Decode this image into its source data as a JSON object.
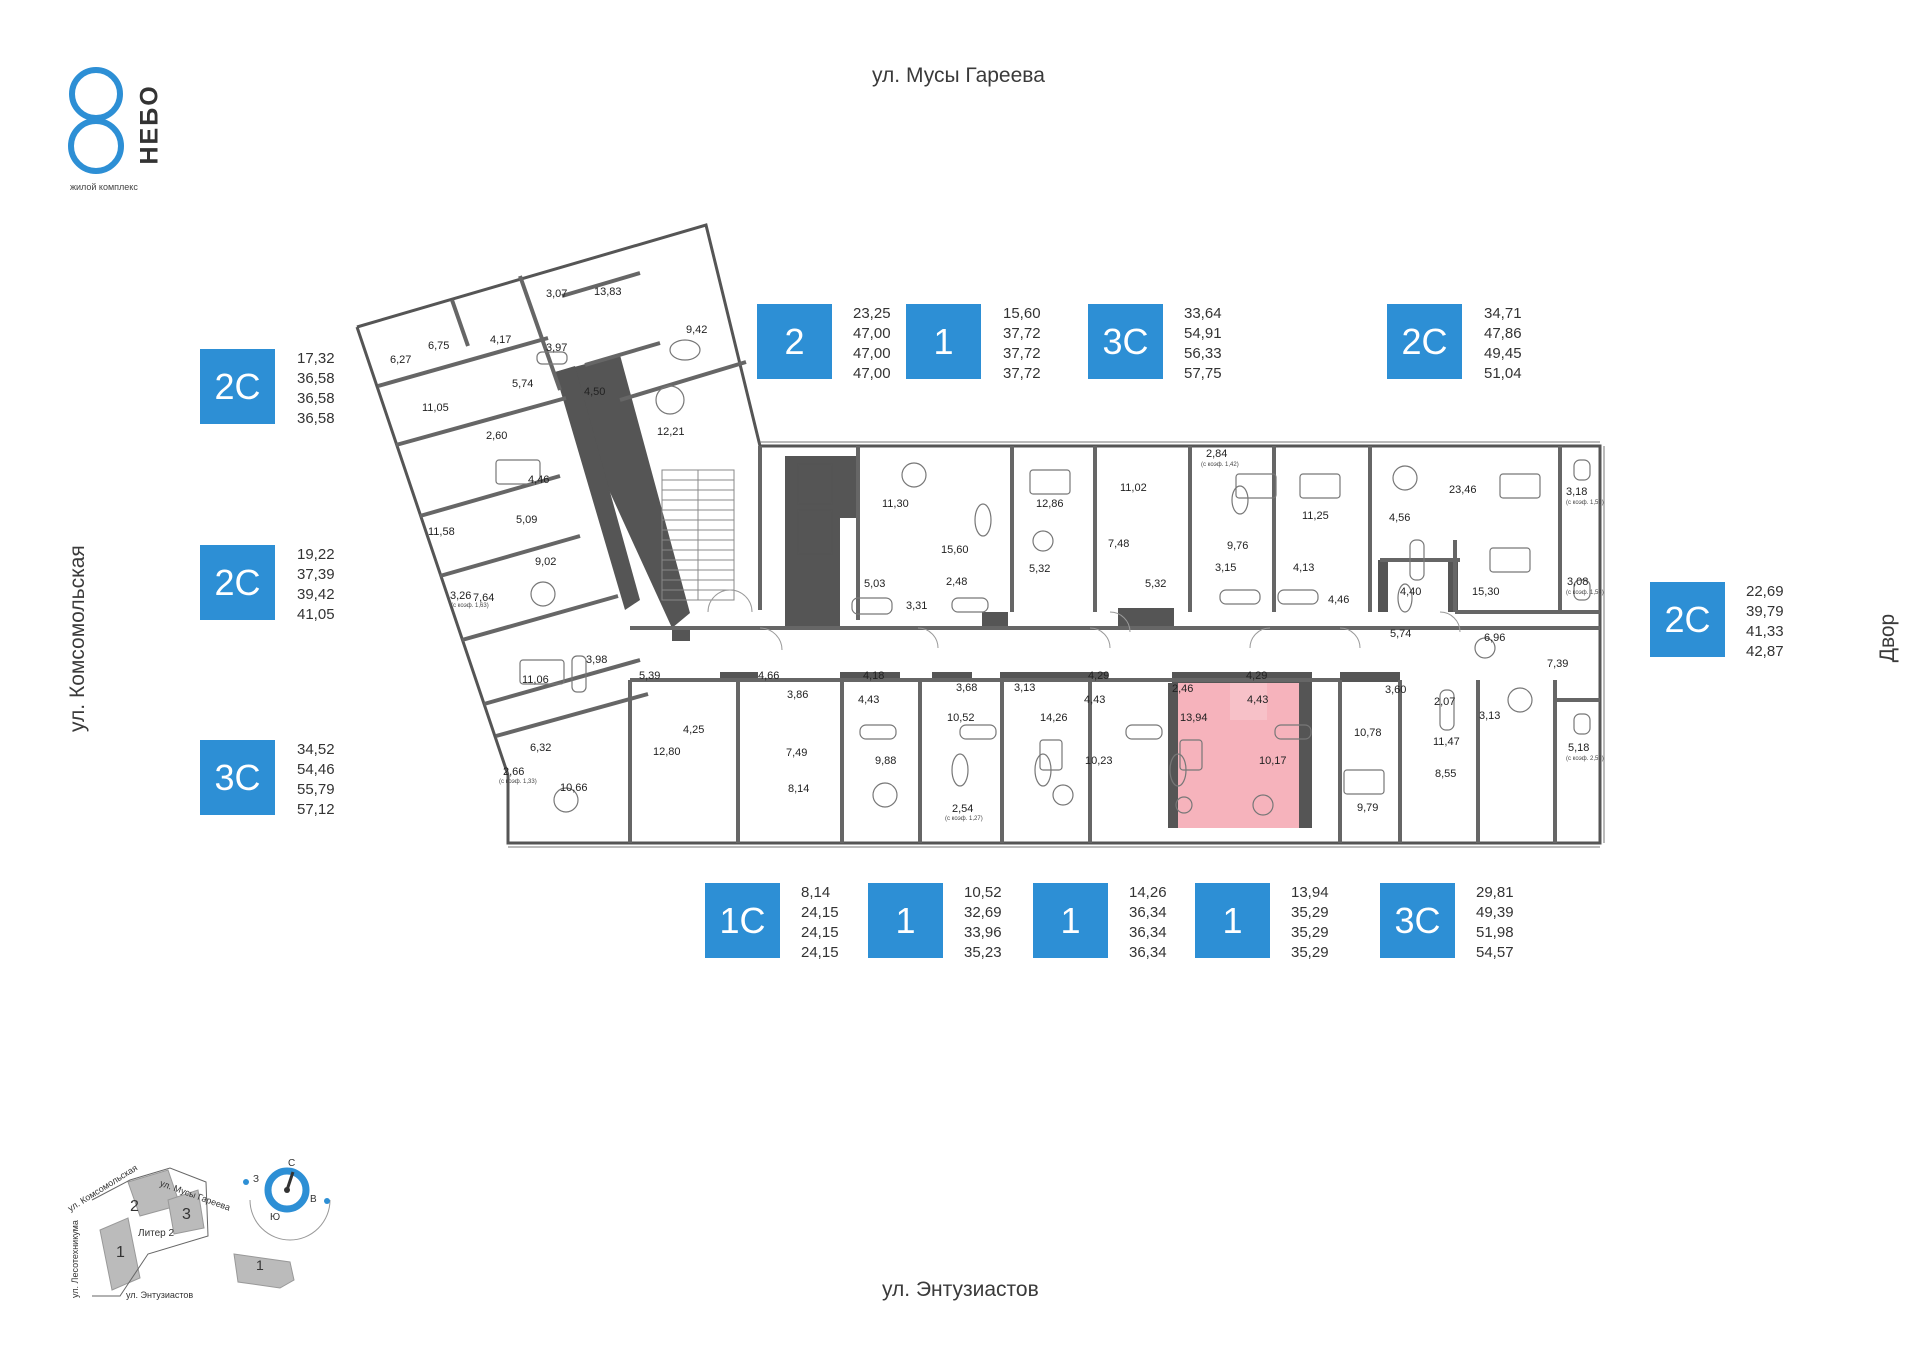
{
  "logo": {
    "brand": "НЕБО",
    "numeral": "8",
    "subtitle": "жилой комплекс"
  },
  "streets": {
    "north": "ул. Мусы Гареева",
    "south": "ул. Энтузиастов",
    "west": "ул. Комсомольская",
    "east": "Двор"
  },
  "apartments": [
    {
      "type": "2С",
      "areas": [
        "17,32",
        "36,58",
        "36,58",
        "36,58"
      ]
    },
    {
      "type": "2С",
      "areas": [
        "19,22",
        "37,39",
        "39,42",
        "41,05"
      ]
    },
    {
      "type": "3С",
      "areas": [
        "34,52",
        "54,46",
        "55,79",
        "57,12"
      ]
    },
    {
      "type": "2",
      "areas": [
        "23,25",
        "47,00",
        "47,00",
        "47,00"
      ]
    },
    {
      "type": "1",
      "areas": [
        "15,60",
        "37,72",
        "37,72",
        "37,72"
      ]
    },
    {
      "type": "3С",
      "areas": [
        "33,64",
        "54,91",
        "56,33",
        "57,75"
      ]
    },
    {
      "type": "2С",
      "areas": [
        "34,71",
        "47,86",
        "49,45",
        "51,04"
      ]
    },
    {
      "type": "2С",
      "areas": [
        "22,69",
        "39,79",
        "41,33",
        "42,87"
      ]
    },
    {
      "type": "1С",
      "areas": [
        "8,14",
        "24,15",
        "24,15",
        "24,15"
      ]
    },
    {
      "type": "1",
      "areas": [
        "10,52",
        "32,69",
        "33,96",
        "35,23"
      ]
    },
    {
      "type": "1",
      "areas": [
        "14,26",
        "36,34",
        "36,34",
        "36,34"
      ]
    },
    {
      "type": "1",
      "areas": [
        "13,94",
        "35,29",
        "35,29",
        "35,29"
      ],
      "selected": true
    },
    {
      "type": "3С",
      "areas": [
        "29,81",
        "49,39",
        "51,98",
        "54,57"
      ]
    }
  ],
  "rooms": [
    "3,07",
    "13,83",
    "6,75",
    "6,27",
    "4,17",
    "3,97",
    "9,42",
    "5,74",
    "4,50",
    "11,05",
    "2,60",
    "12,21",
    "4,46",
    "11,58",
    "5,09",
    "9,02",
    "3,26",
    "7,64",
    "3,98",
    "11,06",
    "5,39",
    "6,32",
    "2,66",
    "10,66",
    "12,80",
    "4,25",
    "4,66",
    "3,86",
    "7,49",
    "8,14",
    "4,18",
    "4,43",
    "3,68",
    "9,88",
    "10,52",
    "2,54",
    "3,13",
    "14,26",
    "4,29",
    "4,43",
    "10,23",
    "2,46",
    "13,94",
    "4,29",
    "4,43",
    "10,17",
    "10,78",
    "3,60",
    "2,07",
    "9,79",
    "8,55",
    "3,13",
    "11,47",
    "5,18",
    "7,39",
    "6,96",
    "5,74",
    "4,40",
    "15,30",
    "3,08",
    "4,56",
    "23,46",
    "3,18",
    "11,25",
    "4,46",
    "4,13",
    "3,15",
    "9,76",
    "2,84",
    "11,02",
    "5,32",
    "7,48",
    "12,86",
    "5,32",
    "11,30",
    "15,60",
    "2,48",
    "5,03",
    "3,31"
  ],
  "room_notes": {
    "k163": "(с коэф. 1,63)",
    "k133": "(с коэф. 1,33)",
    "k127": "(с коэф. 1,27)",
    "k142": "(с коэф. 1,42)",
    "k159": "(с коэф. 1,59)",
    "k154": "(с коэф. 1,54)",
    "k259": "(с коэф. 2,59)"
  },
  "minimap": {
    "street_top": "ул. Мусы Гареева",
    "street_left": "ул. Комсомольская",
    "street_far_left": "ул. Лесотехникума",
    "street_bottom": "ул. Энтузиастов",
    "liter": "Литер 2",
    "sections": [
      "1",
      "2",
      "3"
    ],
    "legend_number": "1",
    "compass": {
      "north": "С",
      "south": "Ю",
      "west": "З",
      "east": "В"
    }
  },
  "colors": {
    "accent": "#2d8fd5",
    "selected": "#f4a6b0",
    "walls": "#555555"
  }
}
